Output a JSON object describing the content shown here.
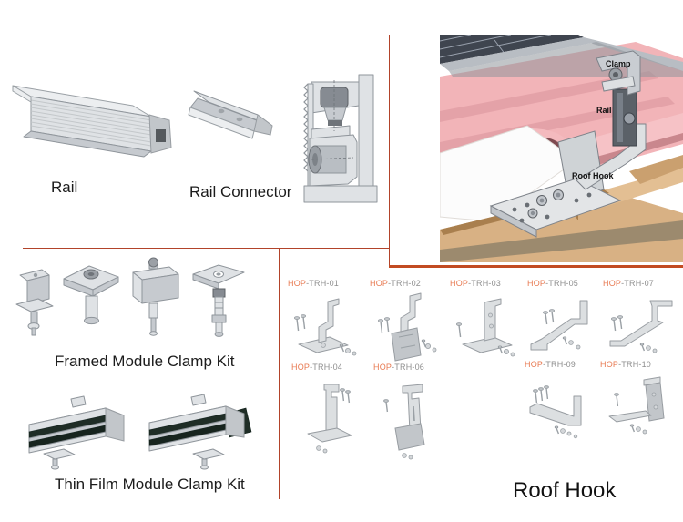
{
  "page": {
    "colors": {
      "divider": "#b2432a",
      "accent_line": "#c24b22",
      "code_prefix_orange": "#e87a52",
      "code_suffix_gray": "#8f8f8f",
      "tile_pink": "#f2b4b8",
      "wood_tan": "#d8b184",
      "metal_gray": "#dcdfe1",
      "panel_dark": "#454b55"
    }
  },
  "top_left": {
    "rail_label": "Rail",
    "rail_connector_label": "Rail Connector"
  },
  "installation_diagram": {
    "labels": {
      "clamp": "Clamp",
      "rail": "Rail",
      "roof_hook": "Roof Hook"
    }
  },
  "kits": {
    "framed_label": "Framed Module Clamp Kit",
    "thin_film_label": "Thin Film Module Clamp Kit"
  },
  "roof_hooks": {
    "title": "Roof Hook",
    "items": [
      {
        "prefix": "HOP",
        "suffix": "-TRH-01"
      },
      {
        "prefix": "HOP",
        "suffix": "-TRH-02"
      },
      {
        "prefix": "HOP",
        "suffix": "-TRH-03"
      },
      {
        "prefix": "HOP",
        "suffix": "-TRH-05"
      },
      {
        "prefix": "HOP",
        "suffix": "-TRH-07"
      },
      {
        "prefix": "HOP",
        "suffix": "-TRH-04"
      },
      {
        "prefix": "HOP",
        "suffix": "-TRH-06"
      },
      {
        "prefix": "HOP",
        "suffix": "-TRH-09"
      },
      {
        "prefix": "HOP",
        "suffix": "-TRH-10"
      }
    ]
  }
}
